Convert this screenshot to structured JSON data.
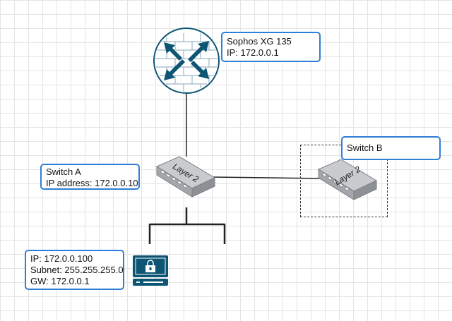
{
  "firewall": {
    "name": "Sophos XG 135",
    "ip": "IP: 172.0.0.1"
  },
  "switch_a": {
    "name": "Switch A",
    "ip": "IP address: 172.0.0.10",
    "layer_label": "Layer 2"
  },
  "switch_b": {
    "name": "Switch B",
    "layer_label": "Layer 2"
  },
  "client": {
    "ip": "IP: 172.0.0.100",
    "subnet": "Subnet: 255.255.255.0",
    "gw": "GW: 172.0.0.1"
  },
  "colors": {
    "label_border": "#2f7fd4",
    "firewall_fill": "#0e5574",
    "switch_fill": "#b9bcc0",
    "computer_fill": "#0e5574"
  }
}
